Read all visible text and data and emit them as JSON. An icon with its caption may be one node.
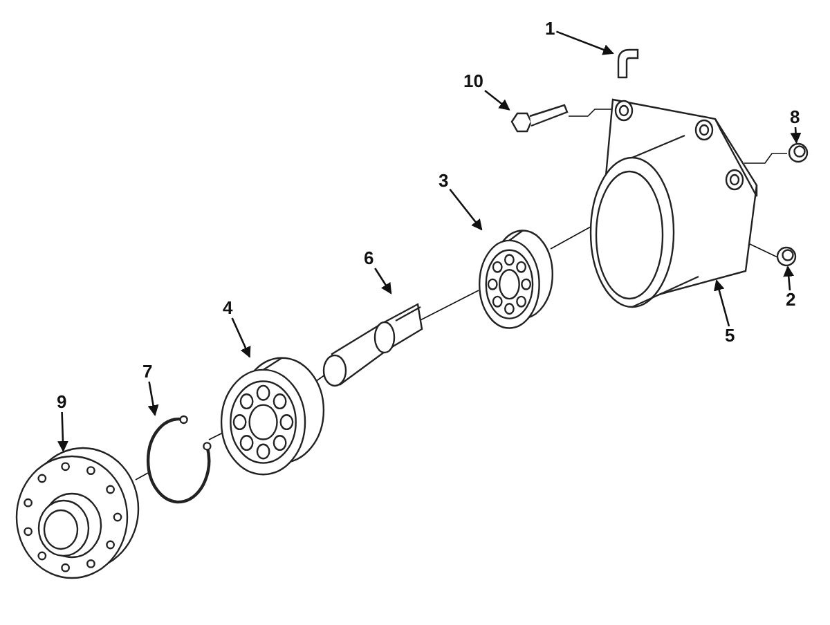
{
  "diagram": {
    "nodes": [
      {
        "text": [
          "1"
        ]
      },
      {
        "text": [],
        "shape": "picture"
      },
      {
        "text": [
          "10"
        ]
      },
      {
        "text": [],
        "shape": "picture"
      },
      {
        "text": [
          "8"
        ]
      },
      {
        "text": [],
        "shape": "picture"
      },
      {
        "text": [
          "3"
        ]
      },
      {
        "text": [],
        "shape": "picture"
      },
      {
        "text": [],
        "shape": "picture"
      },
      {
        "text": [
          "6"
        ]
      },
      {
        "text": [],
        "shape": "picture"
      },
      {
        "text": [
          "2"
        ]
      },
      {
        "text": [],
        "shape": "picture"
      },
      {
        "text": [
          "5"
        ]
      },
      {
        "text": [
          "4"
        ]
      },
      {
        "text": [],
        "shape": "picture"
      },
      {
        "text": [
          "9"
        ]
      },
      {
        "text": [
          "7"
        ]
      },
      {
        "text": [],
        "shape": "picture"
      },
      {
        "text": [],
        "shape": "picture"
      }
    ],
    "edges": [
      {
        "from": 0,
        "to": 1,
        "arrow": "to"
      },
      {
        "from": 2,
        "to": 3,
        "arrow": "to"
      },
      {
        "from": 4,
        "to": 5,
        "arrow": "to"
      },
      {
        "from": 6,
        "to": 7,
        "arrow": "to"
      },
      {
        "from": 9,
        "to": 10,
        "arrow": "to"
      },
      {
        "from": 11,
        "to": 12,
        "arrow": "to"
      },
      {
        "from": 13,
        "to": 8,
        "arrow": "to"
      },
      {
        "from": 14,
        "to": 15,
        "arrow": "to"
      },
      {
        "from": 17,
        "to": 18,
        "arrow": "to"
      },
      {
        "from": 16,
        "to": 19,
        "arrow": "to"
      },
      {
        "from": 3,
        "to": 8,
        "arrow": "none"
      },
      {
        "from": 5,
        "to": 8,
        "arrow": "none"
      },
      {
        "from": 12,
        "to": 8,
        "arrow": "none"
      },
      {
        "from": 19,
        "to": 18,
        "arrow": "none"
      },
      {
        "from": 18,
        "to": 15,
        "arrow": "none"
      },
      {
        "from": 15,
        "to": 10,
        "arrow": "none"
      },
      {
        "from": 10,
        "to": 7,
        "arrow": "none"
      },
      {
        "from": 7,
        "to": 8,
        "arrow": "none"
      }
    ]
  }
}
